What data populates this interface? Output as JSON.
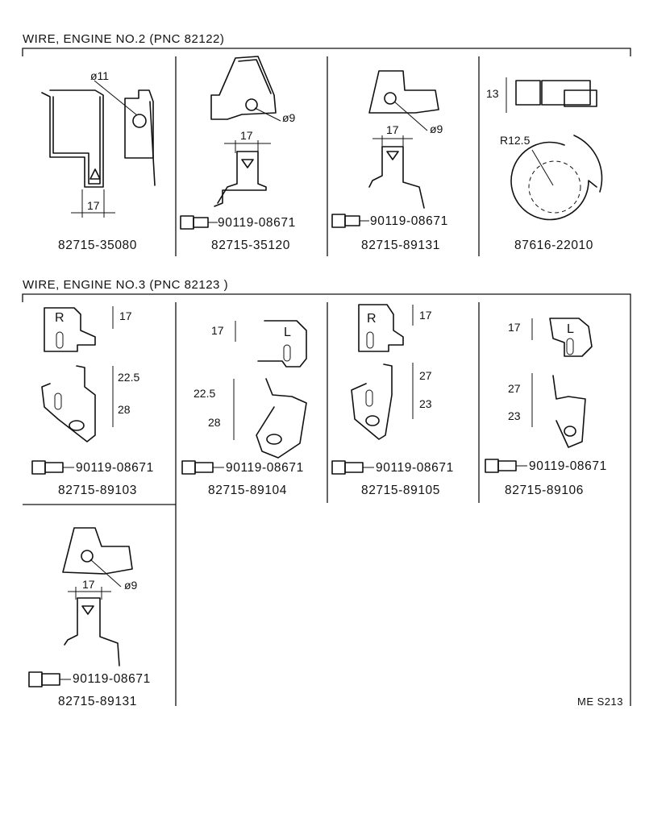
{
  "sections": [
    {
      "title": "WIRE, ENGINE NO.2 (PNC 82122)"
    },
    {
      "title": "WIRE, ENGINE NO.3 (PNC 82123 )"
    }
  ],
  "parts": {
    "p1": {
      "number": "82715-35080",
      "dim_hole": "ø11",
      "dim_width": "17"
    },
    "p2": {
      "number": "82715-35120",
      "dim_hole": "ø9",
      "dim_width": "17",
      "bolt": "90119-08671"
    },
    "p3": {
      "number": "82715-89131",
      "dim_hole": "ø9",
      "dim_width": "17",
      "bolt": "90119-08671"
    },
    "p4": {
      "number": "87616-22010",
      "dim_height": "13",
      "dim_radius": "R12.5"
    },
    "p5": {
      "number": "82715-89103",
      "letter": "R",
      "dim_a": "17",
      "dim_b": "22.5",
      "dim_c": "28",
      "bolt": "90119-08671"
    },
    "p6": {
      "number": "82715-89104",
      "letter": "L",
      "dim_a": "17",
      "dim_b": "22.5",
      "dim_c": "28",
      "bolt": "90119-08671"
    },
    "p7": {
      "number": "82715-89105",
      "letter": "R",
      "dim_a": "17",
      "dim_b": "27",
      "dim_c": "23",
      "bolt": "90119-08671"
    },
    "p8": {
      "number": "82715-89106",
      "letter": "L",
      "dim_a": "17",
      "dim_b": "27",
      "dim_c": "23",
      "bolt": "90119-08671"
    },
    "p9": {
      "number": "82715-89131",
      "dim_hole": "ø9",
      "dim_width": "17",
      "bolt": "90119-08671"
    }
  },
  "reference_code": "ME S213"
}
